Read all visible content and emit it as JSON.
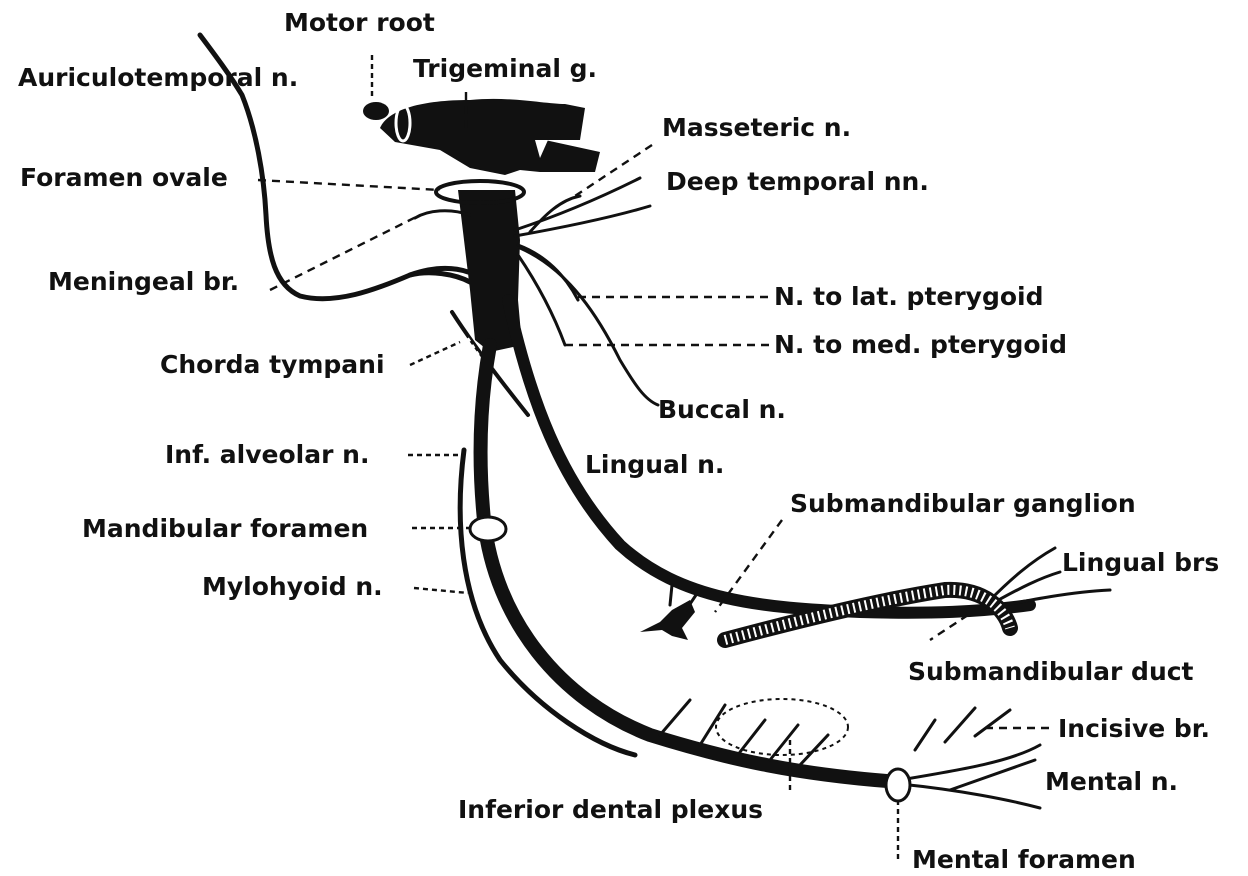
{
  "labels": {
    "motor_root": "Motor root",
    "trigeminal_g": "Trigeminal g.",
    "auriculotemporal_n": "Auriculotemporal n.",
    "masseteric_n": "Masseteric n.",
    "foramen_ovale": "Foramen ovale",
    "deep_temporal_nn": "Deep temporal nn.",
    "meningeal_br": "Meningeal br.",
    "n_to_lat_pterygoid": "N. to lat. pterygoid",
    "n_to_med_pterygoid": "N. to med. pterygoid",
    "chorda_tympani": "Chorda tympani",
    "buccal_n": "Buccal n.",
    "inf_alveolar_n": "Inf. alveolar n.",
    "lingual_n": "Lingual n.",
    "submandibular_ganglion": "Submandibular ganglion",
    "mandibular_foramen": "Mandibular foramen",
    "lingual_brs": "Lingual brs",
    "mylohyoid_n": "Mylohyoid n.",
    "submandibular_duct": "Submandibular duct",
    "incisive_br": "Incisive br.",
    "mental_n": "Mental n.",
    "inferior_dental_plexus": "Inferior dental plexus",
    "mental_foramen": "Mental foramen"
  },
  "colors": {
    "ink": "#111111",
    "background": "#ffffff"
  }
}
